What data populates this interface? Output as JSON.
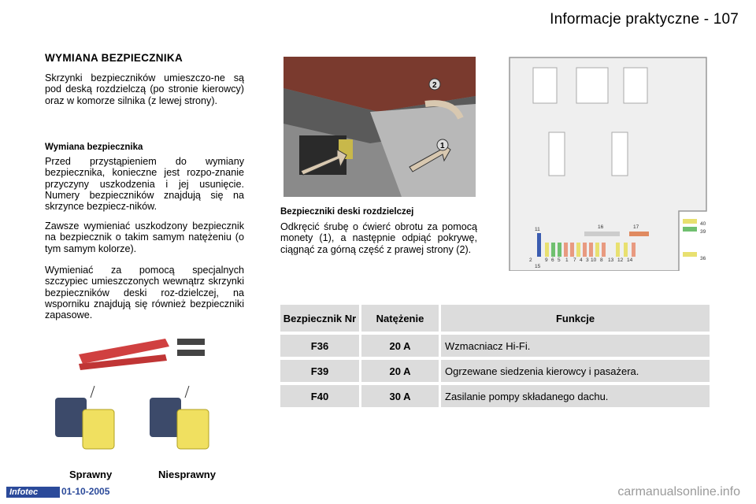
{
  "header": {
    "page_title": "Informacje praktyczne - 107"
  },
  "section": {
    "title": "WYMIANA BEZPIECZNIKA",
    "intro": "Skrzynki bezpieczników umieszczo-ne są pod deską rozdzielczą (po stronie kierowcy) oraz w komorze silnika (z lewej strony).",
    "sub_title": "Wymiana bezpiecznika",
    "p1": "Przed przystąpieniem do wymiany bezpiecznika, konieczne jest rozpo-znanie przyczyny uszkodzenia i jej usunięcie. Numery bezpieczników znajdują się na skrzynce bezpiecz-ników.",
    "p2": "Zawsze wymieniać uszkodzony bezpiecznik na bezpiecznik o takim samym natężeniu (o tym samym kolorze).",
    "p3": "Wymieniać za pomocą specjalnych szczypiec umieszczonych wewnątrz skrzynki bezpieczników deski roz-dzielczej, na wsporniku znajdują się również bezpieczniki zapasowe."
  },
  "dashboard": {
    "title": "Bezpieczniki deski rozdzielczej",
    "text": "Odkręcić śrubę o ćwierć obrotu za pomocą monety (1), a następnie odpiąć pokrywę, ciągnąć za górną część z prawej strony (2).",
    "callouts": [
      "1",
      "2"
    ]
  },
  "fusebox_labels": {
    "top": [
      "11",
      "16",
      "17"
    ],
    "bottom": [
      "2",
      "9",
      "6",
      "5",
      "1",
      "7",
      "4",
      "3",
      "10",
      "8",
      "13",
      "12",
      "14"
    ],
    "below": "15",
    "right": [
      "40",
      "39",
      "36"
    ]
  },
  "captions": {
    "good": "Sprawny",
    "bad": "Niesprawny"
  },
  "table": {
    "headers": [
      "Bezpiecznik Nr",
      "Natężenie",
      "Funkcje"
    ],
    "rows": [
      {
        "nr": "F36",
        "amp": "20 A",
        "func": "Wzmacniacz Hi-Fi."
      },
      {
        "nr": "F39",
        "amp": "20 A",
        "func": "Ogrzewane siedzenia kierowcy i pasażera."
      },
      {
        "nr": "F40",
        "amp": "30 A",
        "func": "Zasilanie pompy składanego dachu."
      }
    ]
  },
  "footer": {
    "logo": "Infotec",
    "date": "01-10-2005",
    "watermark": "carmanualsonline.info"
  }
}
